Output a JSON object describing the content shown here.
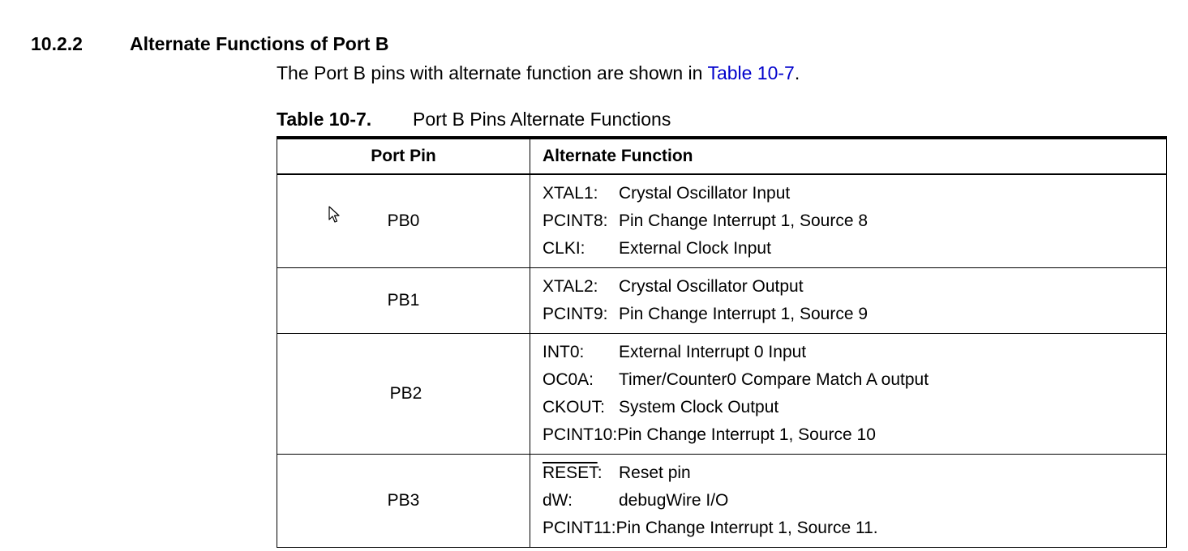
{
  "section": {
    "number": "10.2.2",
    "title": "Alternate Functions of Port B"
  },
  "intro": {
    "text_before": "The Port B pins with alternate function are shown in ",
    "link_text": "Table 10-7",
    "text_after": "."
  },
  "table": {
    "caption_label": "Table 10-7.",
    "caption_title": "Port B Pins Alternate Functions",
    "headers": {
      "pin": "Port Pin",
      "function": "Alternate Function"
    },
    "rows": [
      {
        "pin": "PB0",
        "functions": [
          {
            "name": "XTAL1:",
            "desc": "Crystal Oscillator Input"
          },
          {
            "name": "PCINT8:",
            "desc": "Pin Change Interrupt 1, Source 8"
          },
          {
            "name": "CLKI:",
            "desc": "External Clock Input"
          }
        ]
      },
      {
        "pin": "PB1",
        "functions": [
          {
            "name": "XTAL2:",
            "desc": "Crystal Oscillator Output"
          },
          {
            "name": "PCINT9:",
            "desc": "Pin Change Interrupt 1, Source 9"
          }
        ]
      },
      {
        "pin": "PB2",
        "functions": [
          {
            "name": "INT0:",
            "desc": "External Interrupt 0 Input"
          },
          {
            "name": "OC0A:",
            "desc": "Timer/Counter0 Compare Match A output"
          },
          {
            "name": "CKOUT:",
            "desc": "System Clock Output"
          },
          {
            "name": "PCINT10:",
            "desc": "Pin Change Interrupt 1, Source 10"
          }
        ]
      },
      {
        "pin": "PB3",
        "functions": [
          {
            "name": "RESET",
            "name_suffix": ":",
            "desc": "Reset pin"
          },
          {
            "name": "dW:",
            "desc": "debugWire I/O"
          },
          {
            "name": "PCINT11:",
            "desc": "Pin Change Interrupt 1, Source 11."
          }
        ]
      }
    ]
  },
  "colors": {
    "link": "#0000cc",
    "text": "#000000",
    "background": "#ffffff"
  },
  "icons": {
    "cursor": "mouse-pointer-icon"
  }
}
